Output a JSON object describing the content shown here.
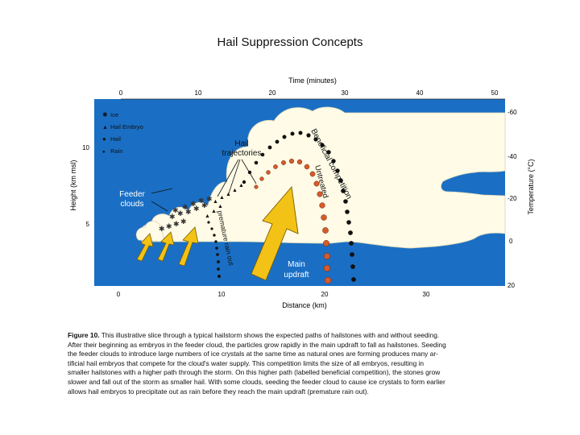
{
  "title": "Hail Suppression Concepts",
  "axes": {
    "top_label": "Time (minutes)",
    "top_ticks": [
      "0",
      "10",
      "20",
      "30",
      "40",
      "50"
    ],
    "bottom_label": "Distance (km)",
    "bottom_ticks": [
      "0",
      "10",
      "20",
      "30"
    ],
    "left_label": "Height (km msl)",
    "left_ticks": [
      "10",
      "5"
    ],
    "right_label": "Temperature (°C)",
    "right_ticks": [
      "-60",
      "-40",
      "-20",
      "0",
      "20"
    ]
  },
  "legend": [
    {
      "symbol": "✱",
      "label": "Ice"
    },
    {
      "symbol": "▲",
      "label": "Hail Embryo"
    },
    {
      "symbol": "●",
      "label": "Hail"
    },
    {
      "symbol": "●",
      "label": "Rain"
    }
  ],
  "labels": {
    "hail_trajectories_1": "Hail",
    "hail_trajectories_2": "trajectories",
    "feeder_1": "Feeder",
    "feeder_2": "clouds",
    "main_updraft_1": "Main",
    "main_updraft_2": "updraft",
    "beneficial": "Beneficial competition",
    "untreated": "Untreated",
    "premature": "premature rain out"
  },
  "colors": {
    "sky": "#1a6fc4",
    "cloud": "#fffbe6",
    "arrow": "#f2c316",
    "arrow_outline": "#7a5a00",
    "dots": "#111111",
    "untreated_dots": "#d85a2a"
  },
  "caption": {
    "figure_label": "Figure 10.",
    "lines": [
      "This illustrative slice through a typical hailstorm shows the expected paths of hailstones with and without seeding.",
      "After their beginning as embryos in the feeder cloud, the particles grow rapidly in the main updraft to fall as hailstones. Seeding",
      "the feeder clouds to introduce large numbers of ice crystals at the same time as natural ones are forming produces many ar-",
      "tificial hail embryos that compete for the cloud's water supply. This competition limits the size of all embryos, resulting in",
      "smaller hailstones with a higher path through the storm. On this higher path (labelled beneficial competition), the stones grow",
      "slower and fall out of the storm as smaller hail. With some clouds, seeding the feeder cloud to cause ice crystals to form earlier",
      "allows hail embryos to precipitate out as rain before they reach the main updraft (premature rain out)."
    ]
  }
}
